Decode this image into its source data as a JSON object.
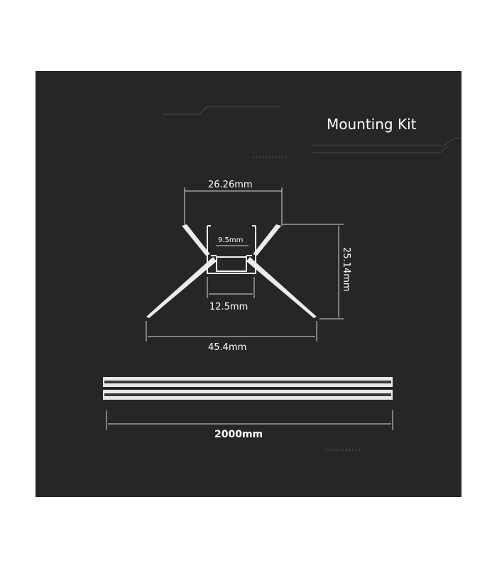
{
  "title": "Mounting Kit",
  "dimensions": {
    "top_width": "26.26mm",
    "inner_width": "9.5mm",
    "channel_width": "12.5mm",
    "height": "25.14mm",
    "total_width": "45.4mm",
    "length": "2000mm"
  },
  "decorations": {
    "chevrons_top": "‹‹‹‹‹‹‹‹‹‹‹",
    "chevrons_bottom": "‹‹‹‹‹‹‹‹‹‹‹"
  },
  "colors": {
    "panel": "#262626",
    "text": "#ffffff",
    "line": "#d8d8d8"
  }
}
